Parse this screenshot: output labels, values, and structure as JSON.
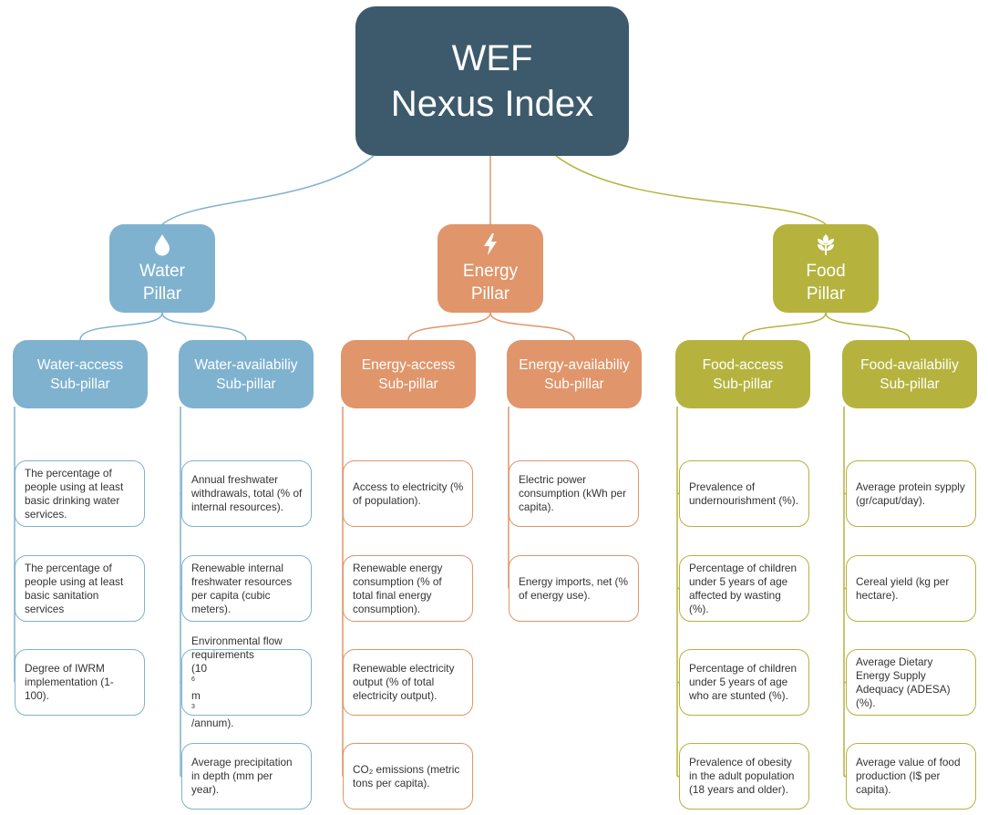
{
  "colors": {
    "root": "#3c5a6b",
    "water": "#7fb2cf",
    "energy": "#e0956b",
    "food": "#b5b33e"
  },
  "root": {
    "line1": "WEF",
    "line2": "Nexus Index"
  },
  "pillars": [
    {
      "name": "water",
      "icon": "water-drop-icon",
      "line1": "Water",
      "line2": "Pillar"
    },
    {
      "name": "energy",
      "icon": "lightning-bolt-icon",
      "line1": "Energy",
      "line2": "Pillar"
    },
    {
      "name": "food",
      "icon": "leaf-icon",
      "line1": "Food",
      "line2": "Pillar"
    }
  ],
  "subpillars": [
    {
      "pillar": "water",
      "line1": "Water-access",
      "line2": "Sub-pillar",
      "items": [
        "The percentage of people using at least basic drinking water services.",
        "The percentage of people using at least basic sanitation services",
        "Degree of IWRM implementation (1-100)."
      ]
    },
    {
      "pillar": "water",
      "line1": "Water-availabiliy",
      "line2": "Sub-pillar",
      "items": [
        "Annual freshwater withdrawals, total (% of internal resources).",
        "Renewable internal freshwater resources per capita (cubic meters).",
        "Environmental flow requirements",
        "Average precipitation in depth (mm per year)."
      ],
      "flow_unit": {
        "pre": "(10",
        "sup": "6",
        "mid": " m",
        "sup2": "3",
        "post": "/annum)."
      }
    },
    {
      "pillar": "energy",
      "line1": "Energy-access",
      "line2": "Sub-pillar",
      "items": [
        "Access to electricity (% of population).",
        "Renewable energy consumption (% of total final energy consumption).",
        "Renewable electricity output (% of total electricity output).",
        "CO₂ emissions (metric tons per capita)."
      ]
    },
    {
      "pillar": "energy",
      "line1": "Energy-availabiliy",
      "line2": "Sub-pillar",
      "items": [
        "Electric power consumption (kWh per capita).",
        "Energy imports, net (% of energy use)."
      ]
    },
    {
      "pillar": "food",
      "line1": "Food-access",
      "line2": "Sub-pillar",
      "items": [
        "Prevalence of undernourishment (%).",
        "Percentage of children under 5 years of age affected by wasting (%).",
        "Percentage of children under 5 years of age who are stunted (%).",
        "Prevalence of obesity in the adult population (18 years and older)."
      ]
    },
    {
      "pillar": "food",
      "line1": "Food-availabiliy",
      "line2": "Sub-pillar",
      "items": [
        "Average protein sypply (gr/caput/day).",
        "Cereal yield (kg per hectare).",
        "Average Dietary Energy Supply Adequacy (ADESA) (%).",
        "Average value of food production (I$ per capita)."
      ]
    }
  ]
}
